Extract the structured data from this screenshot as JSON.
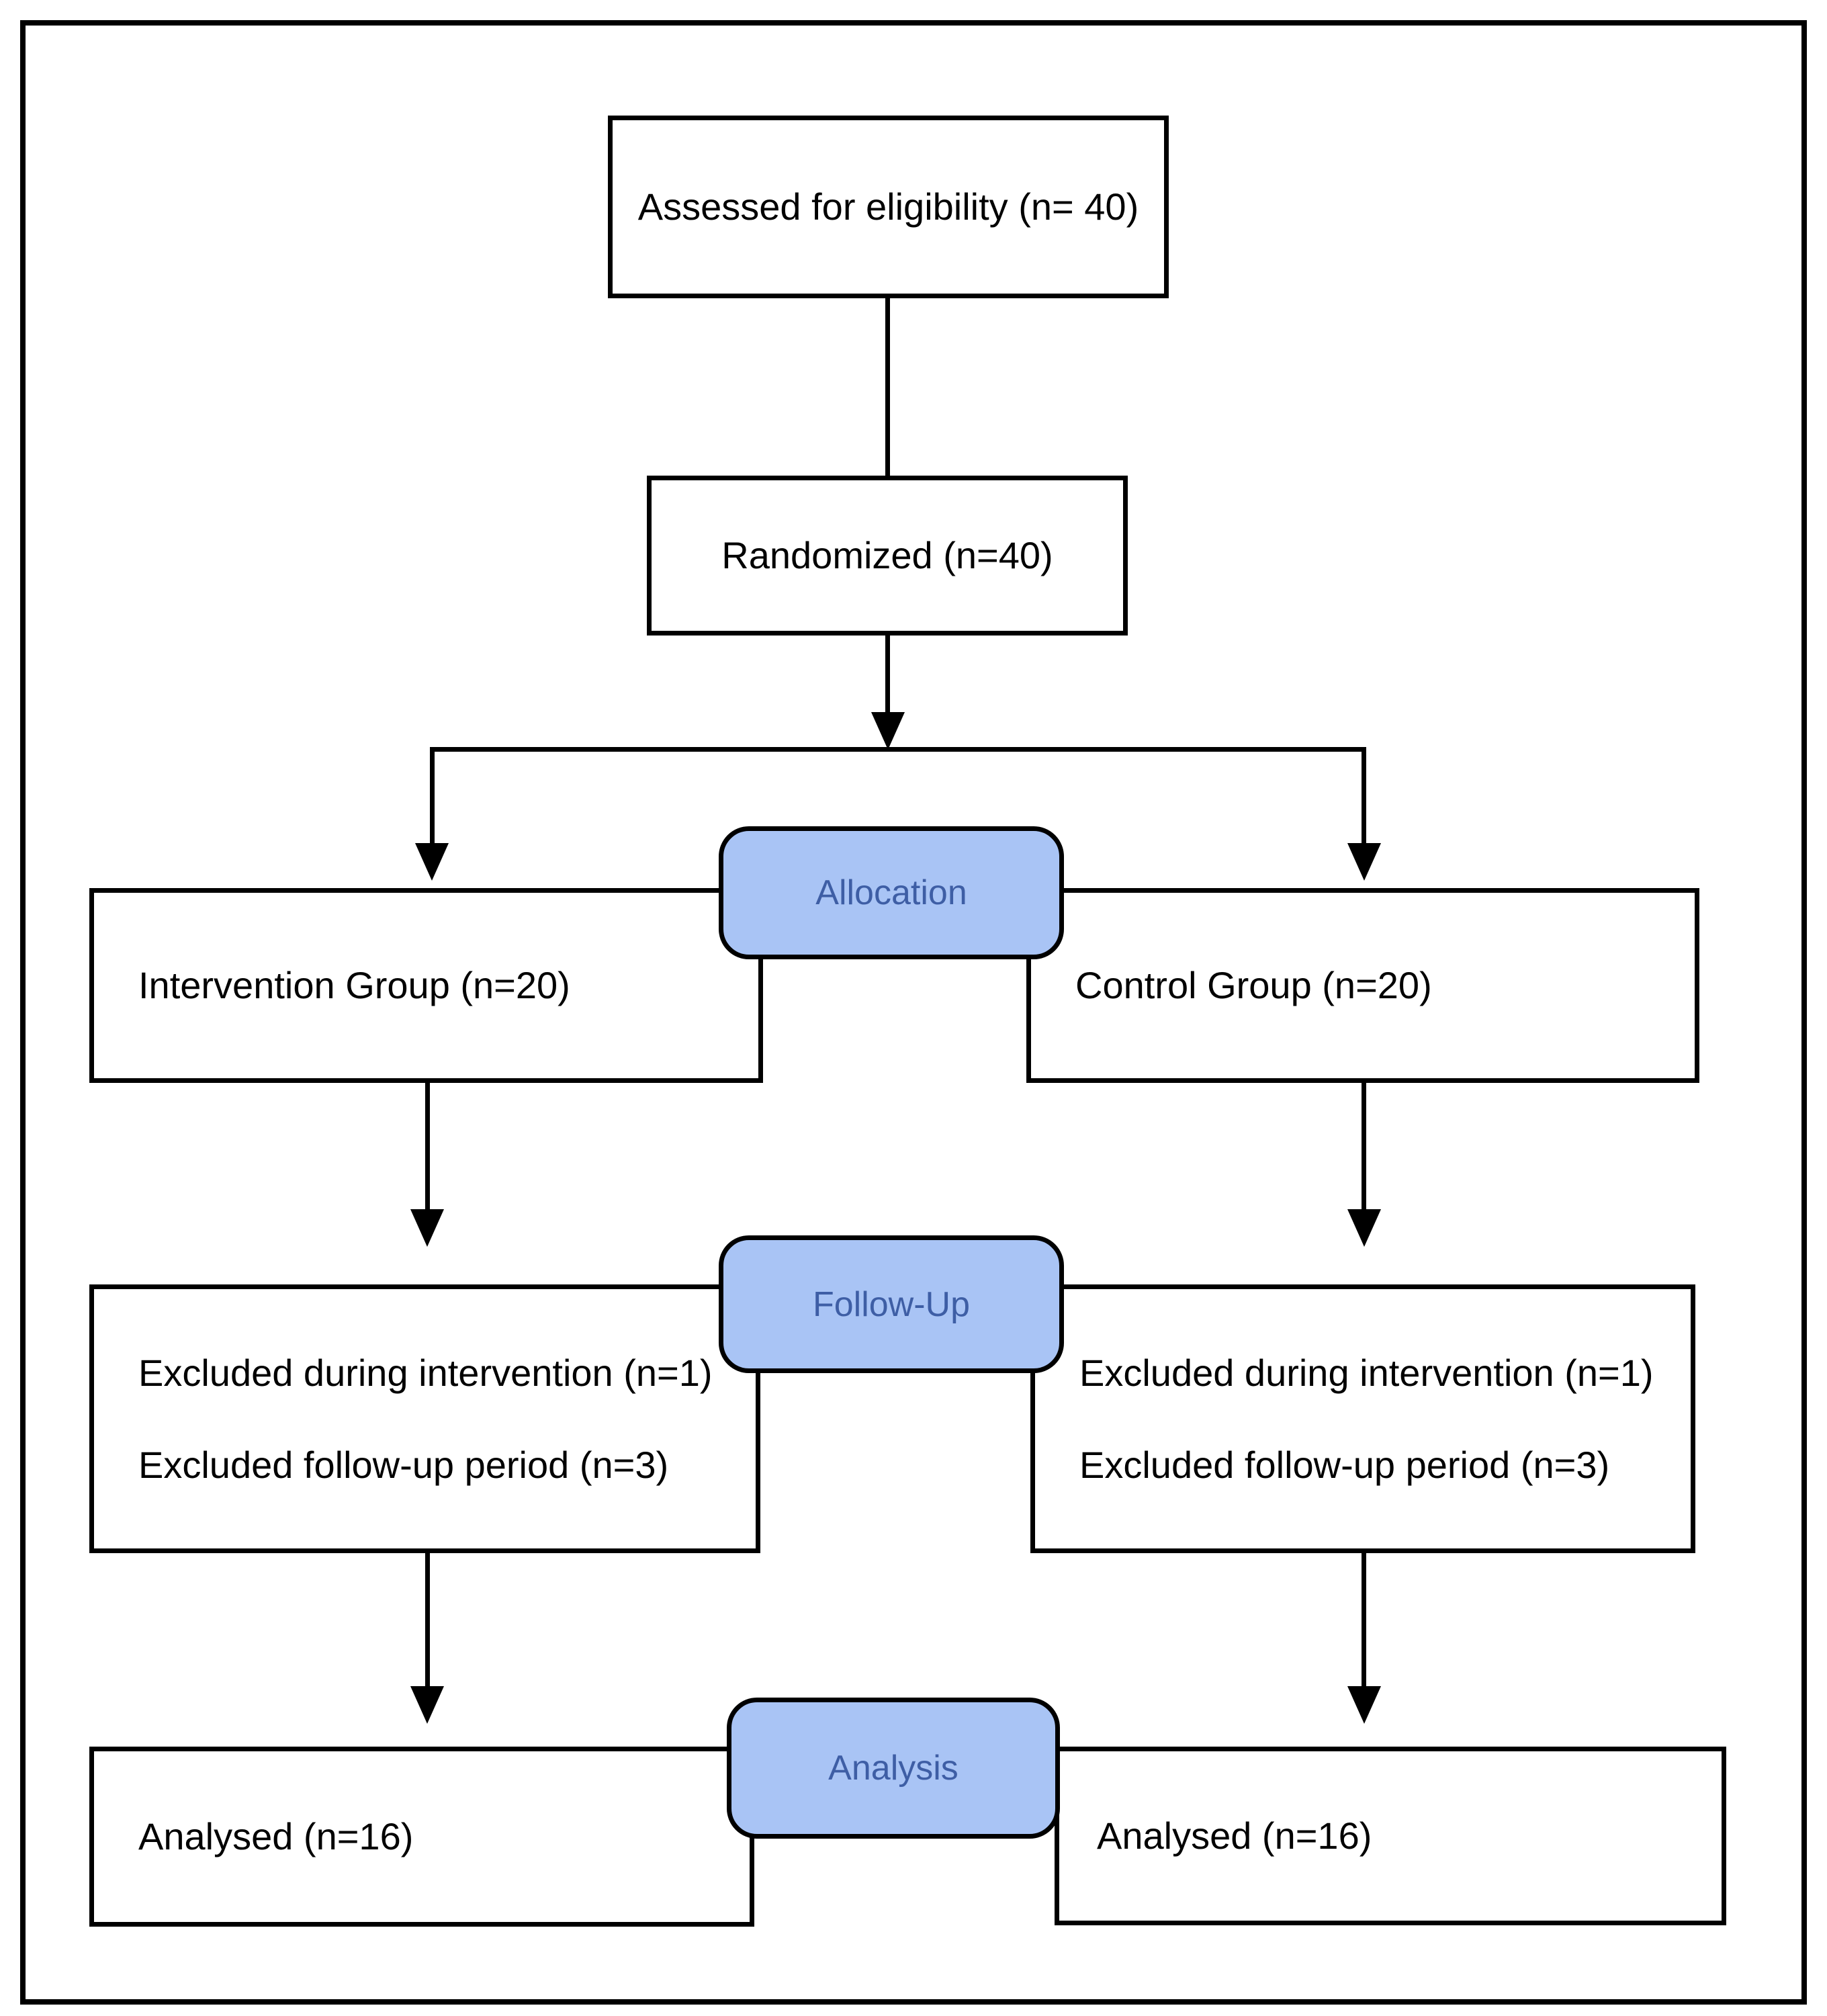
{
  "diagram": {
    "assessed_box": "Assessed for eligibility (n= 40)",
    "randomized_box": "Randomized (n=40)",
    "stages": {
      "allocation": "Allocation",
      "follow_up": "Follow-Up",
      "analysis": "Analysis"
    },
    "allocation_row": {
      "left": "Intervention Group (n=20)",
      "right": "Control Group (n=20)"
    },
    "follow_up_row": {
      "left": {
        "line1": "Excluded during intervention (n=1)",
        "line2": "Excluded follow-up period (n=3)"
      },
      "right": {
        "line1": "Excluded during intervention (n=1)",
        "line2": "Excluded follow-up period (n=3)"
      }
    },
    "analysis_row": {
      "left": "Analysed (n=16)",
      "right": "Analysed (n=16)"
    },
    "colors": {
      "stage_fill": "#a9c4f5",
      "stage_text": "#3e5ea5",
      "line_and_border": "#000000",
      "box_fill": "#ffffff"
    }
  }
}
